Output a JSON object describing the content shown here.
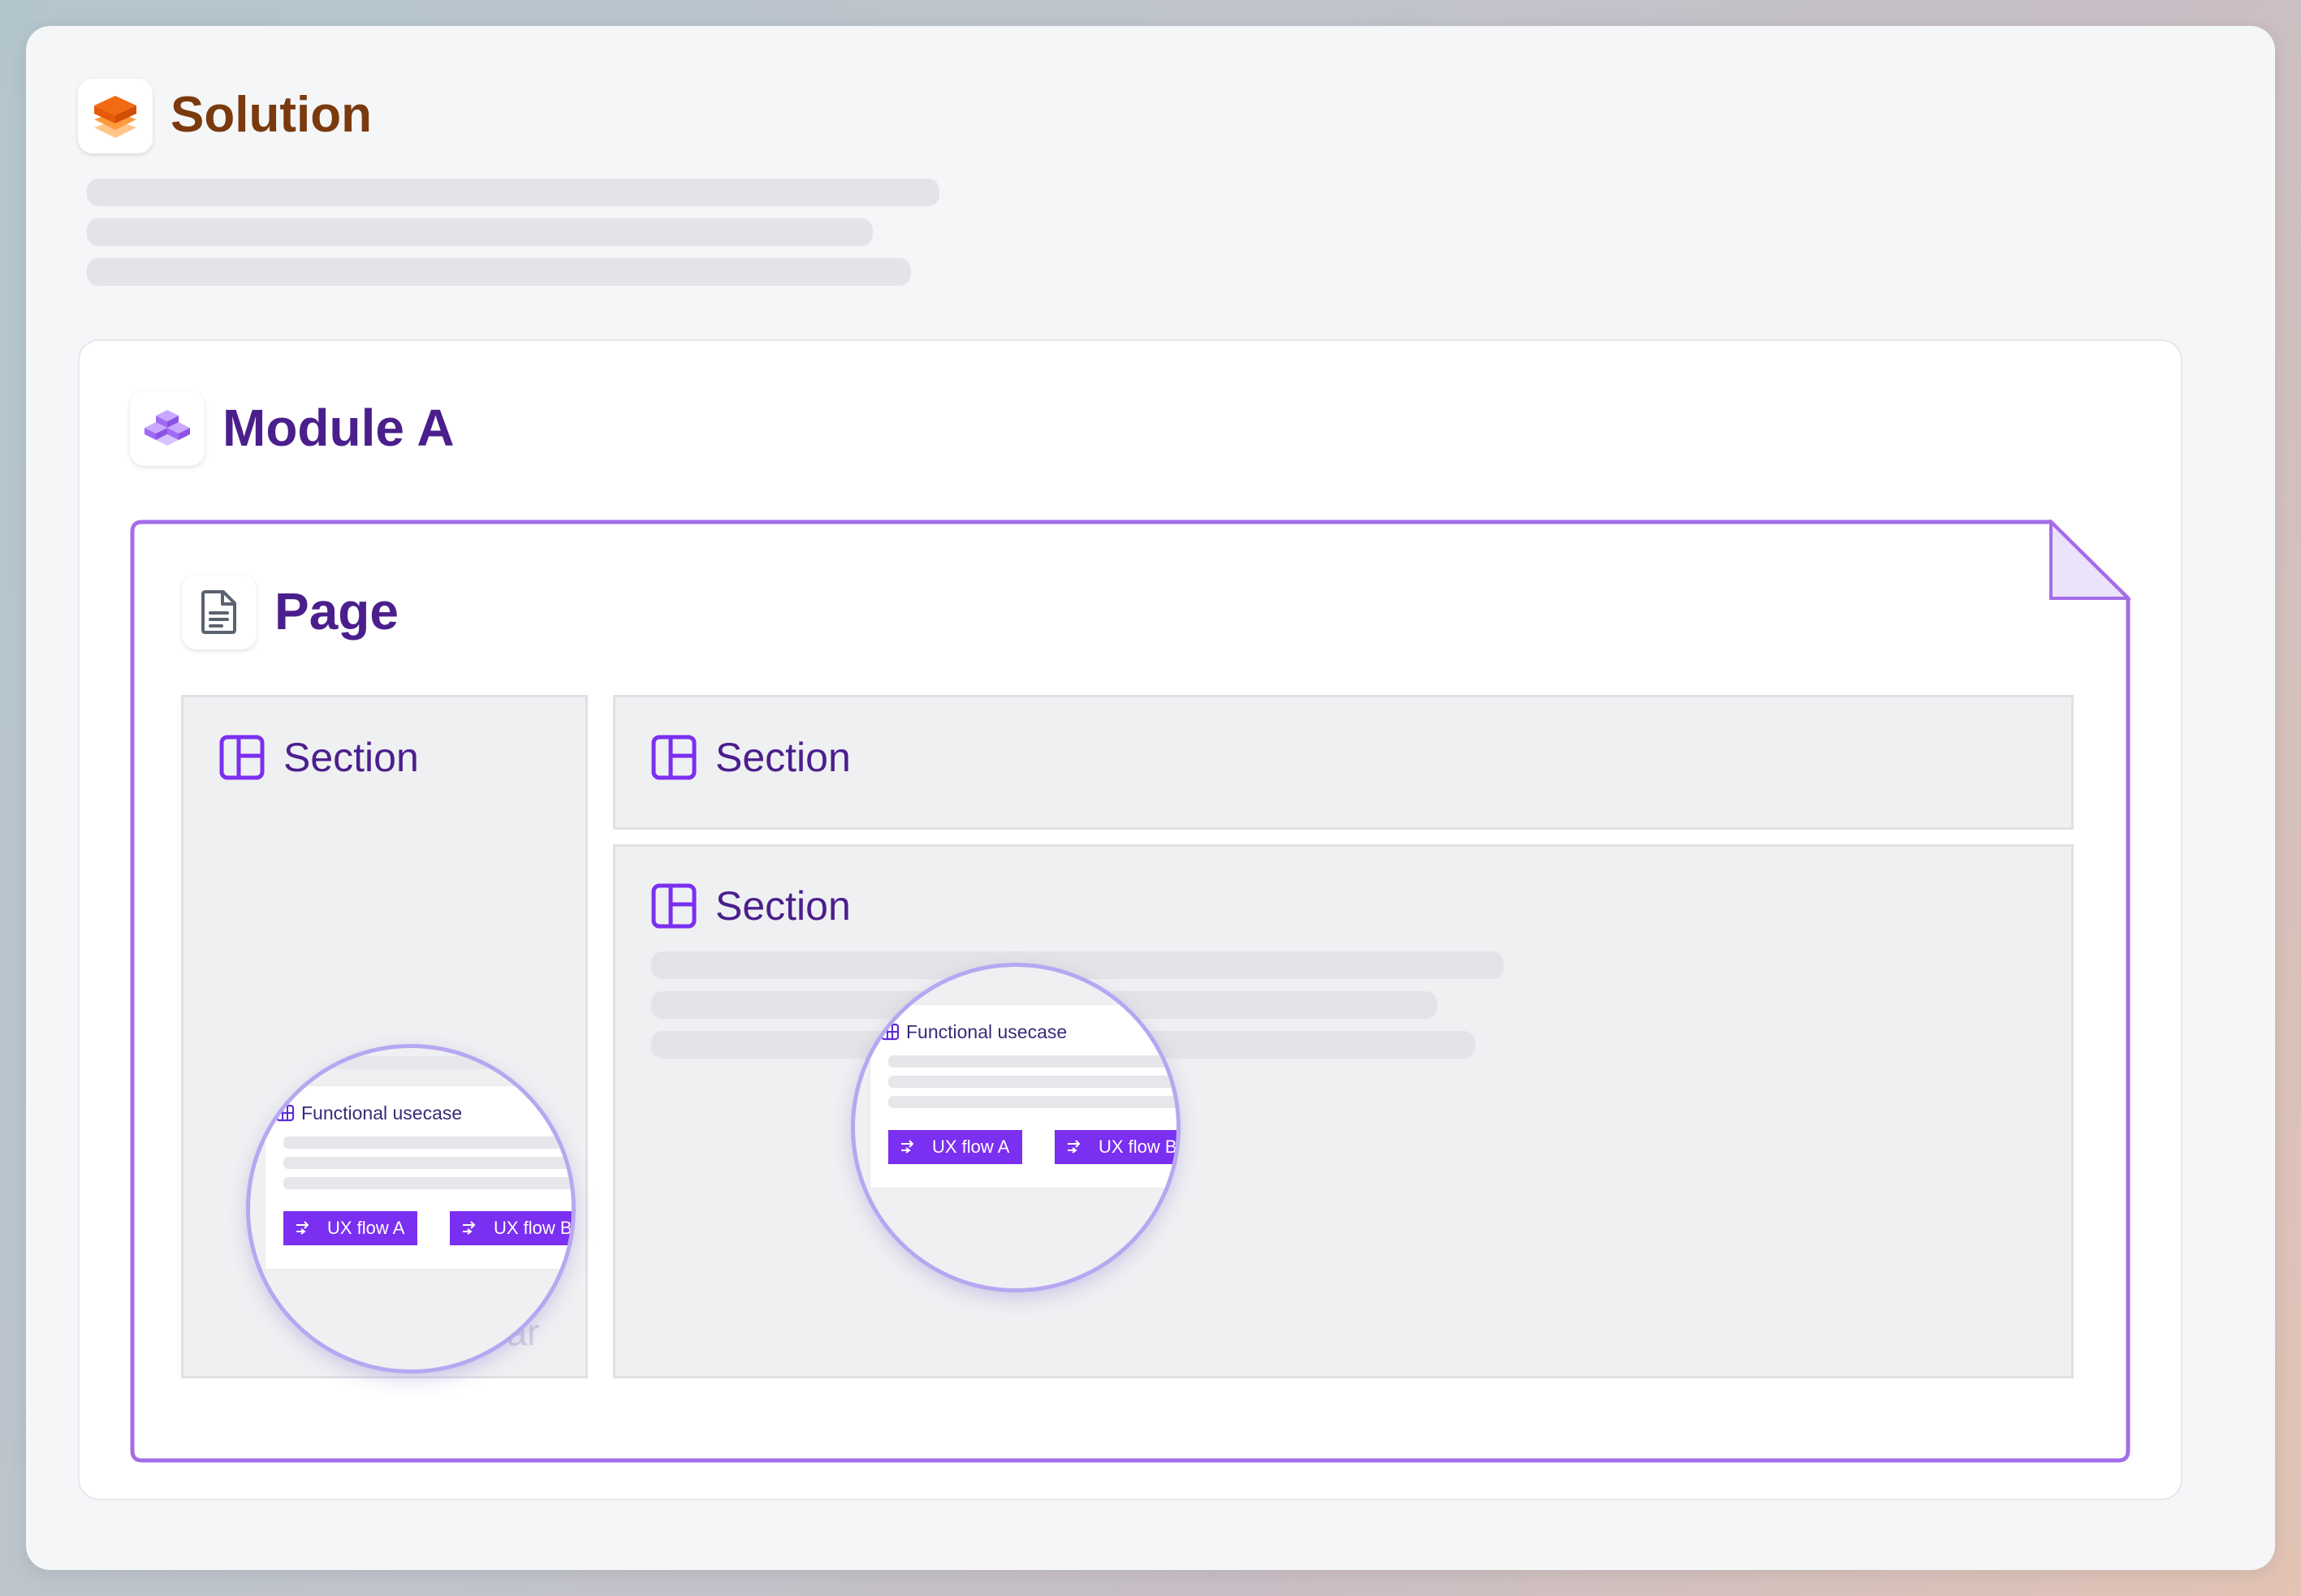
{
  "solution": {
    "title": "Solution",
    "icon": "stacked-layers-icon",
    "accent_color": "#7a3a0e"
  },
  "module": {
    "title": "Module A",
    "icon": "cubes-icon",
    "accent_color": "#4a1f8c"
  },
  "page": {
    "title": "Page",
    "icon": "document-icon",
    "frame_color": "#a56ce8"
  },
  "sections": [
    {
      "label": "Section",
      "icon": "layout-icon"
    },
    {
      "label": "Section",
      "icon": "layout-icon"
    },
    {
      "label": "Section",
      "icon": "layout-icon"
    }
  ],
  "sidebar_watermark": "bar",
  "usecase": {
    "title": "Functional usecase",
    "icon": "grid-icon",
    "button_a": "UX flow A",
    "button_b": "UX flow B",
    "button_color": "#7b2ff0"
  }
}
